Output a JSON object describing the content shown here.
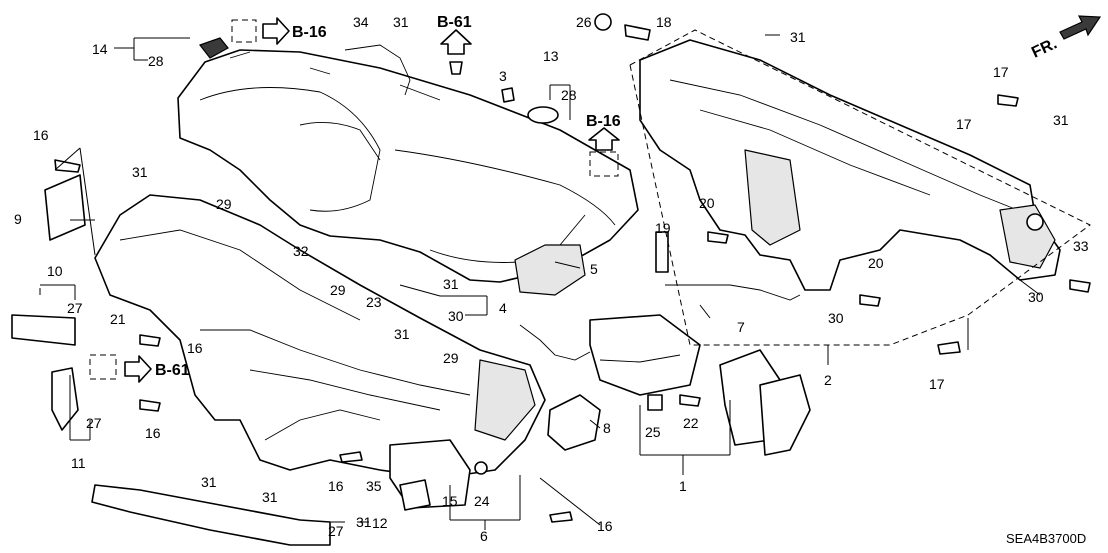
{
  "diagram": {
    "part_code": "SEA4B3700D",
    "direction_label": "FR.",
    "ref_b16_upper": "B-16",
    "ref_b61_upper": "B-61",
    "ref_b16_mid": "B-16",
    "ref_b61_lower": "B-61",
    "callouts": {
      "c1": "1",
      "c2": "2",
      "c3": "3",
      "c4": "4",
      "c5": "5",
      "c6": "6",
      "c7": "7",
      "c8": "8",
      "c9": "9",
      "c10": "10",
      "c11": "11",
      "c12": "12",
      "c13": "13",
      "c14": "14",
      "c15": "15",
      "c16a": "16",
      "c16b": "16",
      "c16c": "16",
      "c16d": "16",
      "c16e": "16",
      "c17a": "17",
      "c17b": "17",
      "c17c": "17",
      "c18": "18",
      "c19": "19",
      "c20a": "20",
      "c20b": "20",
      "c21": "21",
      "c22": "22",
      "c23": "23",
      "c24": "24",
      "c25": "25",
      "c26": "26",
      "c27a": "27",
      "c27b": "27",
      "c27c": "27",
      "c28a": "28",
      "c28b": "28",
      "c29a": "29",
      "c29b": "29",
      "c29c": "29",
      "c30a": "30",
      "c30b": "30",
      "c30c": "30",
      "c31a": "31",
      "c31b": "31",
      "c31c": "31",
      "c31d": "31",
      "c31e": "31",
      "c31f": "31",
      "c31g": "31",
      "c31h": "31",
      "c31i": "31",
      "c32": "32",
      "c33": "33",
      "c34": "34",
      "c35": "35"
    }
  }
}
